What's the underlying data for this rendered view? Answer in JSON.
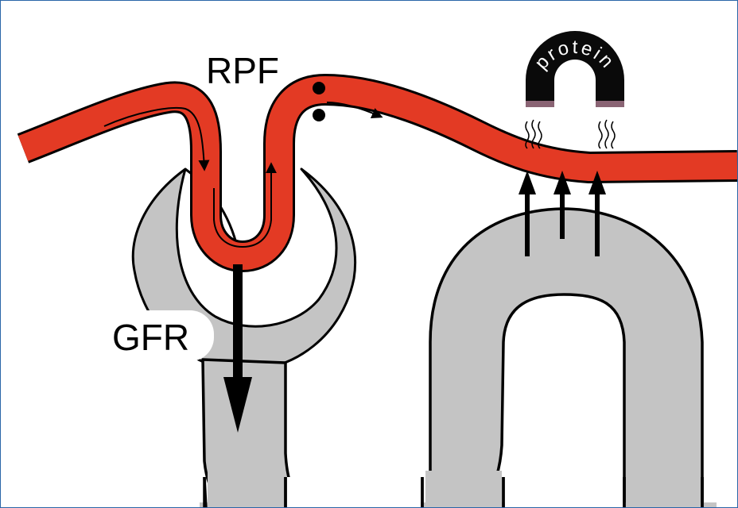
{
  "labels": {
    "rpf": "RPF",
    "gfr": "GFR",
    "protein": "protein"
  },
  "colors": {
    "frame": "#2a66a8",
    "vessel": "#e33a24",
    "tubule": "#c4c4c4",
    "protein_dark": "#0a0a0a",
    "protein_base": "#8a6474",
    "outline": "#000000",
    "background": "#ffffff"
  },
  "icons": {
    "heat": "wavy-lines-icon",
    "flow": "arrow-icon"
  }
}
